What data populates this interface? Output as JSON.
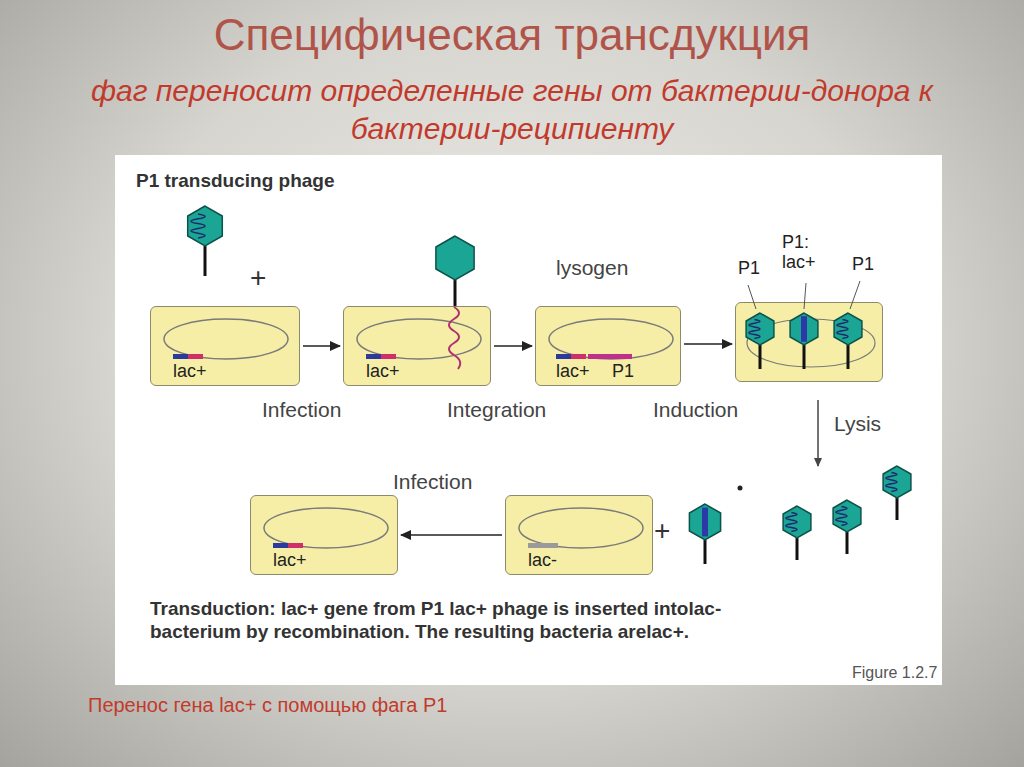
{
  "diagram": {
    "title": "Специфическая трансдукция",
    "caption": "Перенос гена lac+ с помощью фага P1",
    "nodes": [
      {
        "text": [
          "lac+"
        ]
      },
      {
        "text": [
          "lac+"
        ]
      },
      {
        "text": [
          "lac+",
          "P1"
        ]
      },
      {
        "text": [
          "P1",
          "P1: lac+",
          "P1"
        ]
      },
      {
        "text": [
          "lac+"
        ]
      },
      {
        "text": [
          "lac-"
        ]
      }
    ],
    "edges": [
      {
        "from": 0,
        "to": 1,
        "arrow": "to"
      },
      {
        "from": 1,
        "to": 2,
        "arrow": "to"
      },
      {
        "from": 2,
        "to": 3,
        "arrow": "to"
      },
      {
        "from": 5,
        "to": 4,
        "arrow": "to"
      }
    ],
    "labels": [
      "фаг переносит определенные гены от бактерии-донора к бактерии-реципиенту",
      "P1 transducing phage",
      "+",
      "Infection",
      "Integration",
      "lysogen",
      "Induction",
      "Lysis",
      "Infection",
      "+",
      "Transduction: lac+ gene from P1 lac+ phage is inserted intolac- bacterium by recombination. The resulting bacteria arelac+.",
      "Figure 1.2.7"
    ]
  }
}
